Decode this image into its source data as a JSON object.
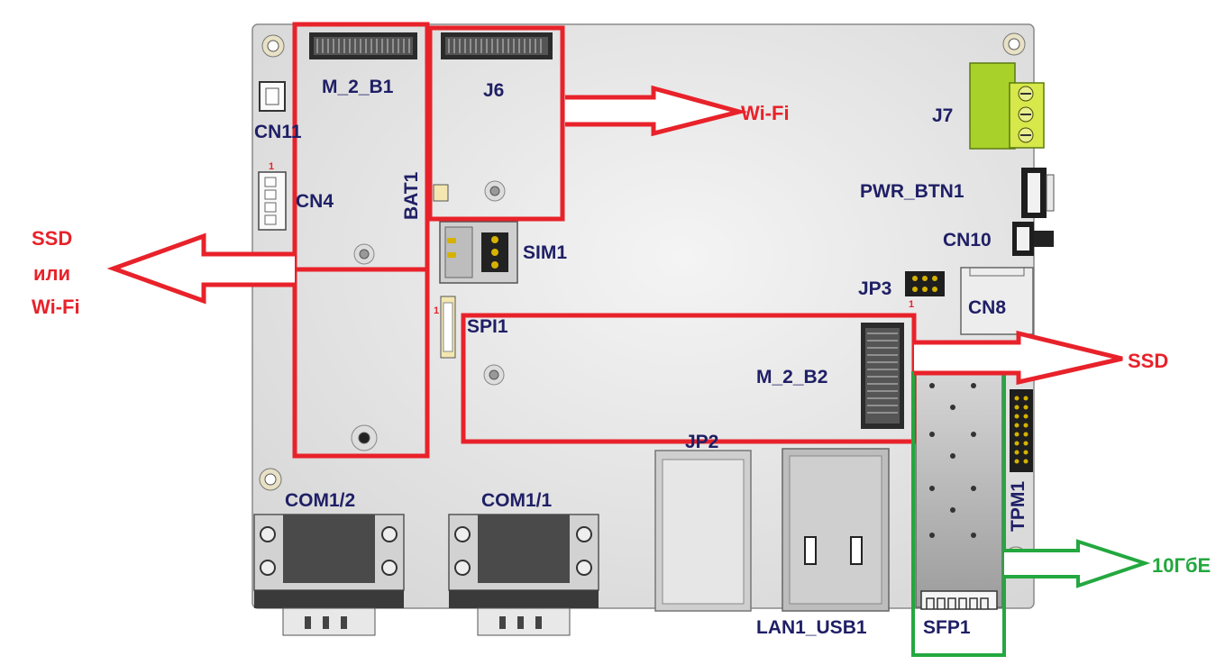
{
  "board": {
    "colors": {
      "pcb": "#e6e6e6",
      "label": "#1f1f66",
      "highlight_red": "#e8222a",
      "highlight_green": "#23a83f",
      "terminal": "#a8d12a"
    },
    "labels": {
      "m2_b1": "M_2_B1",
      "j6": "J6",
      "cn11": "CN11",
      "cn4": "CN4",
      "bat1": "BAT1",
      "sim1": "SIM1",
      "spi1": "SPI1",
      "j7": "J7",
      "pwr_btn1": "PWR_BTN1",
      "cn10": "CN10",
      "jp3": "JP3",
      "cn8": "CN8",
      "m2_b2": "M_2_B2",
      "jp2": "JP2",
      "tpm1": "TPM1",
      "com1_2": "COM1/2",
      "com1_1": "COM1/1",
      "lan1_usb1": "LAN1_USB1",
      "sfp1": "SFP1"
    },
    "pin1_markers": [
      "1",
      "1",
      "1"
    ]
  },
  "annotations": {
    "wifi": "Wi-Fi",
    "ssd_or_wifi_line1": "SSD",
    "ssd_or_wifi_line2": "или",
    "ssd_or_wifi_line3": "Wi-Fi",
    "ssd": "SSD",
    "tengbe": "10ГбЕ"
  }
}
